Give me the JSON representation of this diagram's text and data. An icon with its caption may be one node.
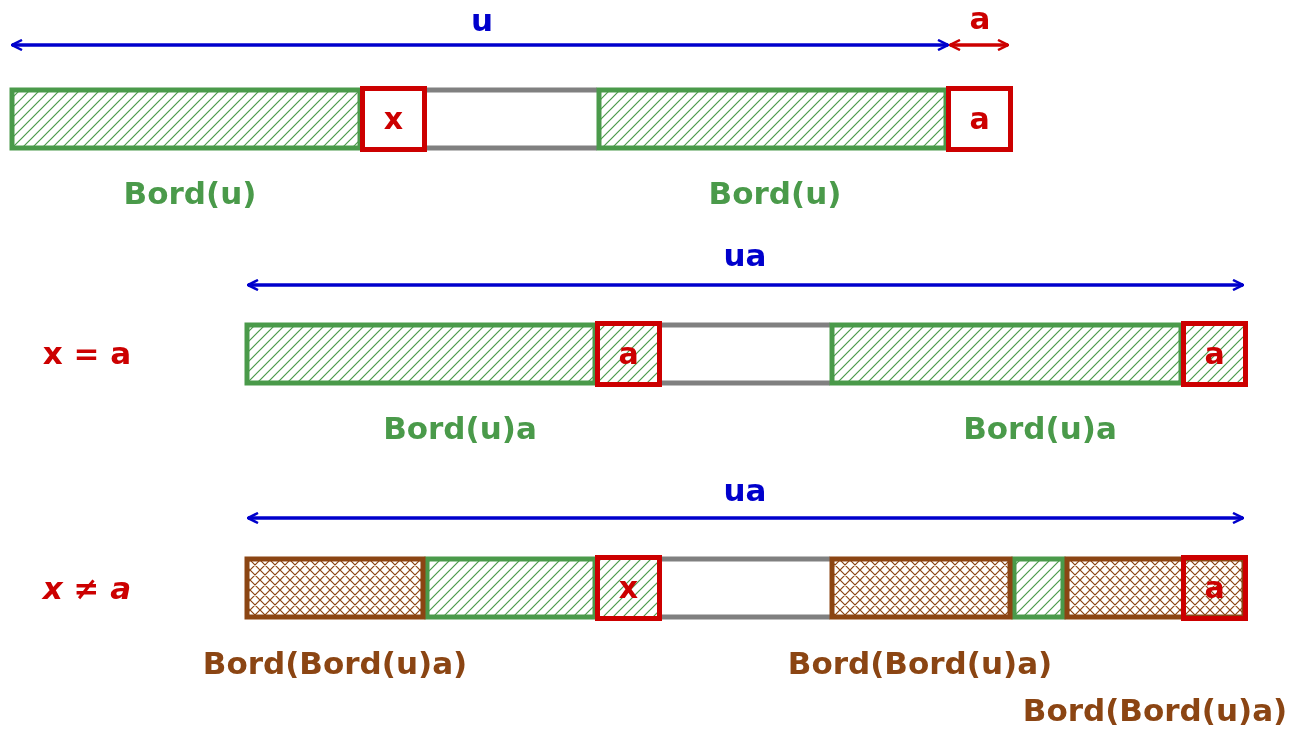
{
  "diagram": {
    "nodes": [
      {
        "text": [
          "x"
        ]
      },
      {
        "text": [
          "a"
        ]
      },
      {
        "text": [
          "a"
        ]
      },
      {
        "text": [
          "a"
        ]
      },
      {
        "text": [
          "x"
        ]
      },
      {
        "text": [
          "a"
        ]
      }
    ],
    "labels": [
      "u",
      "a",
      "Bord(u)",
      "Bord(u)",
      "ua",
      "x = a",
      "Bord(u)a",
      "Bord(u)a",
      "ua",
      "x ≠ a",
      "Bord(Bord(u)a)",
      "Bord(Bord(u)a)",
      "Bord(Bord(u)a)"
    ]
  }
}
